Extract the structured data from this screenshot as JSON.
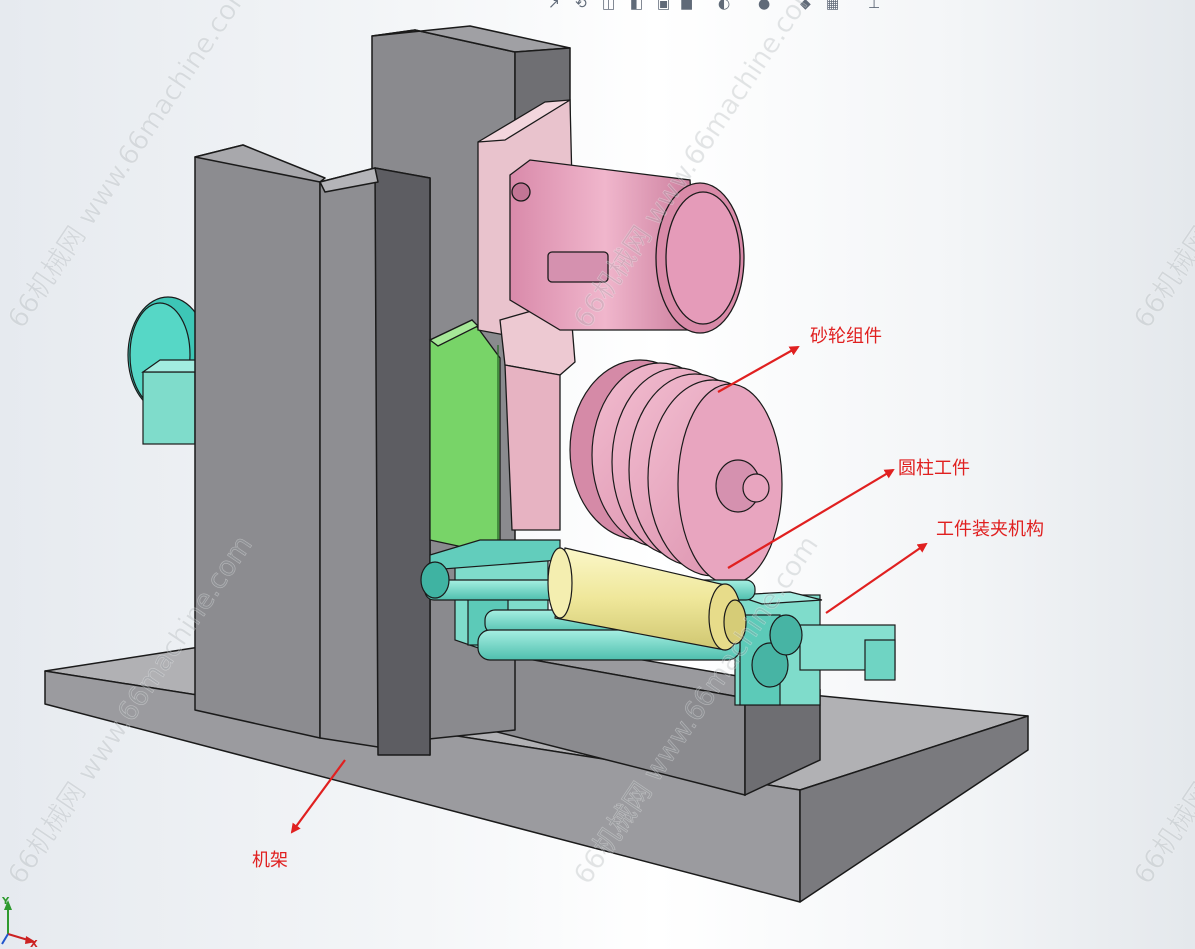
{
  "labels": {
    "grinding_wheel": "砂轮组件",
    "cylinder_workpiece": "圆柱工件",
    "clamping_mechanism": "工件装夹机构",
    "frame": "机架"
  },
  "watermark": "66机械网 www.66machine.com",
  "axis": {
    "y": "Y",
    "x": "X"
  },
  "colors": {
    "frame": "#808084",
    "motor": "#e3a2bb",
    "wheel": "#e8a5bf",
    "motor_base": "#e9c3cd",
    "green_plate": "#78d468",
    "teal": "#7fdccb",
    "workpiece": "#f1ec9f",
    "annotation": "#e02020"
  }
}
